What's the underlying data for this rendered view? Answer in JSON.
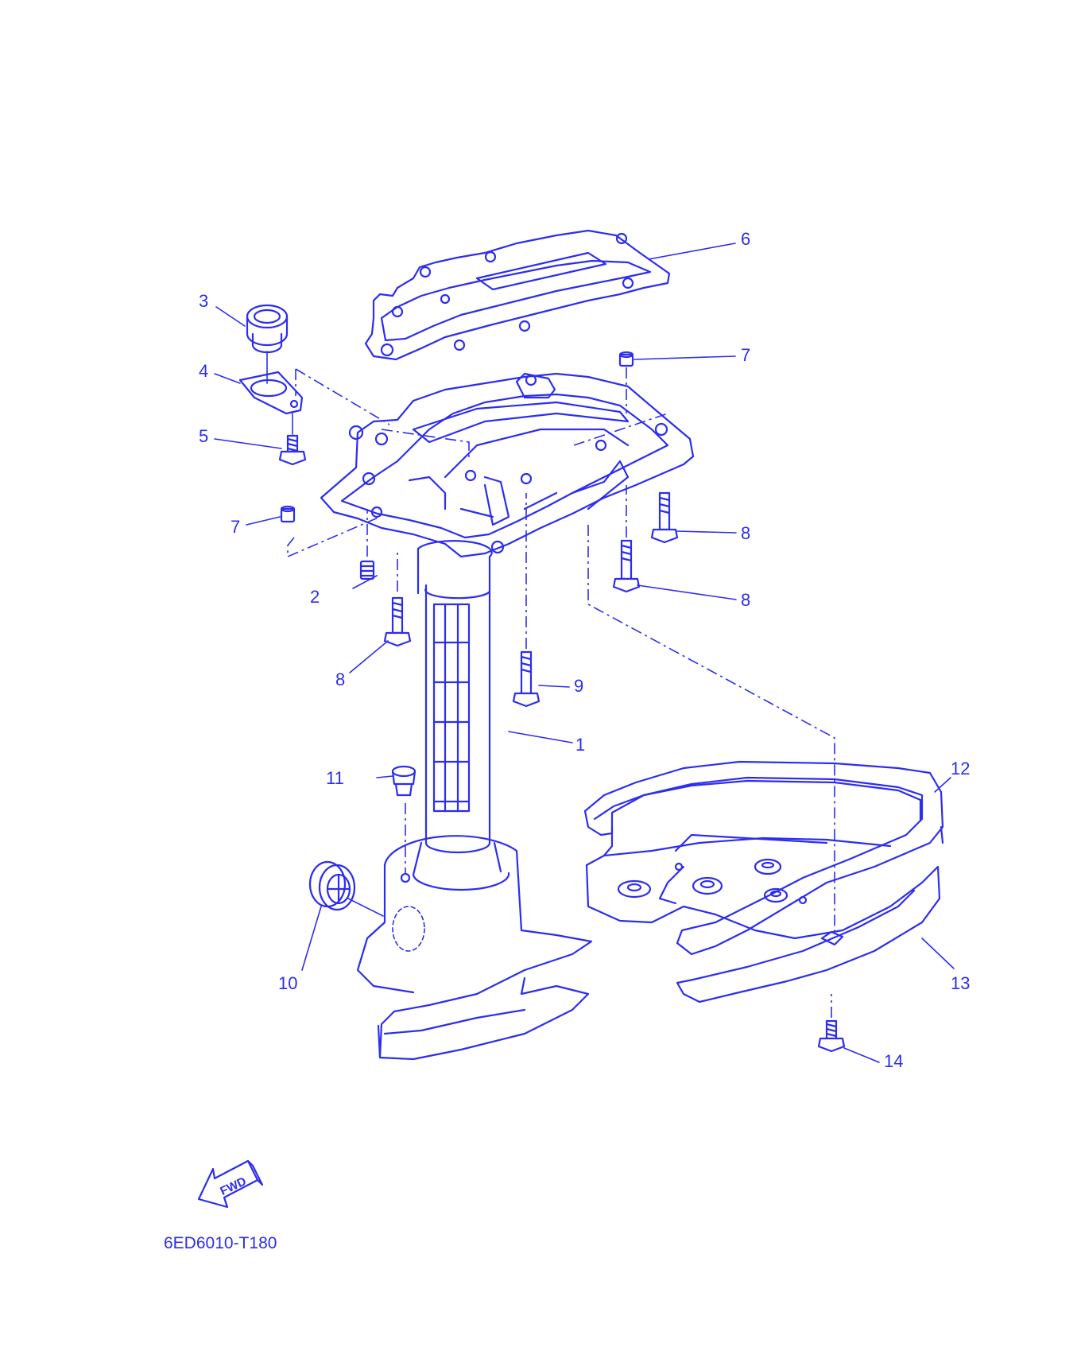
{
  "diagram": {
    "callouts": [
      "1",
      "2",
      "3",
      "4",
      "5",
      "6",
      "7",
      "7",
      "8",
      "8",
      "8",
      "9",
      "10",
      "11",
      "12",
      "13",
      "14"
    ],
    "fwd_label": "FWD",
    "figure_code": "6ED6010-T180",
    "color": "#2d2df0"
  }
}
